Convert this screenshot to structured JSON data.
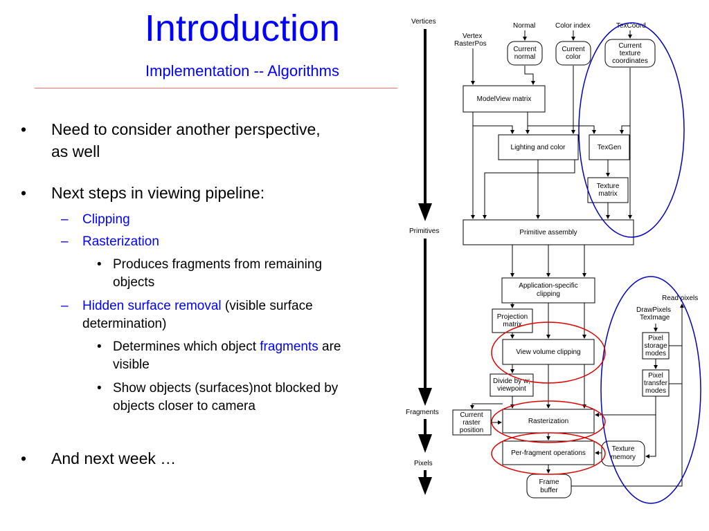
{
  "slide": {
    "title": "Introduction",
    "subtitle": "Implementation -- Algorithms",
    "bullets": {
      "b1": "Need to consider another perspective,",
      "b1_cont": "as well",
      "b2": "Next steps in viewing pipeline:",
      "b2_clip": "Clipping",
      "b2_raster": "Rasterization",
      "b2_raster_sub": "Produces fragments from remaining",
      "b2_raster_sub_cont": "objects",
      "b2_hsr": "Hidden surface removal",
      "b2_hsr_rest": " (visible surface",
      "b2_hsr_cont": "determination)",
      "b2_hsr_sub1_pre": "Determines which object ",
      "b2_hsr_sub1_hl": "fragments",
      "b2_hsr_sub1_post": " are",
      "b2_hsr_sub1_cont": "visible",
      "b2_hsr_sub2": "Show objects (surfaces)not blocked by",
      "b2_hsr_sub2_cont": "objects closer to camera",
      "b3": "And next week …"
    }
  },
  "diagram": {
    "stages": [
      "Vertices",
      "Primitives",
      "Fragments",
      "Pixels"
    ],
    "inputs": [
      "Normal",
      "Color index",
      "TexCoord"
    ],
    "vertex_label": [
      "Vertex",
      "RasterPos"
    ],
    "current_normal": [
      "Current",
      "normal"
    ],
    "current_color": [
      "Current",
      "color"
    ],
    "current_texcoords": [
      "Current",
      "texture",
      "coordinates"
    ],
    "modelview": "ModelView matrix",
    "lighting": "Lighting and color",
    "texgen": "TexGen",
    "texture_matrix": [
      "Texture",
      "matrix"
    ],
    "primitive_assembly": "Primitive assembly",
    "app_clipping": [
      "Application-specific",
      "clipping"
    ],
    "projection": [
      "Projection",
      "matrix"
    ],
    "view_volume": "View volume clipping",
    "divide": [
      "Divide by w;",
      "viewpoint"
    ],
    "raster_position": [
      "Current",
      "raster",
      "position"
    ],
    "rasterization": "Rasterization",
    "per_fragment": "Per-fragment operations",
    "texture_memory": [
      "Texture",
      "memory"
    ],
    "frame_buffer": [
      "Frame",
      "buffer"
    ],
    "read_pixels": "Read pixels",
    "draw_pixels": [
      "DrawPixels",
      "TexImage"
    ],
    "pixel_storage": [
      "Pixel",
      "storage",
      "modes"
    ],
    "pixel_transfer": [
      "Pixel",
      "transfer",
      "modes"
    ],
    "colors": {
      "title": "#0000ff",
      "rule": "#ff6a6a",
      "ellipse_blue": "#0000c0",
      "ellipse_red": "#dd0000"
    }
  }
}
